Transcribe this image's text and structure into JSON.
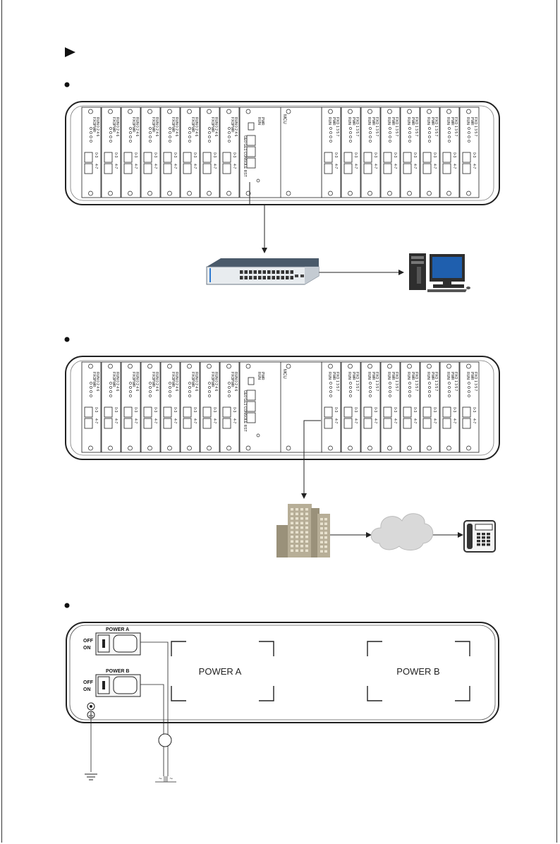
{
  "rack": {
    "fxo_label": "FXO",
    "run_label": "RUN",
    "pwr_label": "PWR",
    "fxs_label": "FXS",
    "led_even": "0 2 4 6",
    "led_odd": "1 3 5 7",
    "port_a": "0-3",
    "port_b": "4-7",
    "mcu_label": "MCU",
    "mcu_pwr": "PWR",
    "mcu_run": "RUN",
    "mcu_ports": "GE0   GE1 CONSOLE   RST"
  },
  "power_panel": {
    "switch_a_label": "POWER A",
    "switch_b_label": "POWER B",
    "off_label": "OFF",
    "on_label": "ON",
    "module_a_label": "POWER A",
    "module_b_label": "POWER B",
    "ac_symbol": "~ ||| ~"
  },
  "colors": {
    "switch_top": "#4a5a6a",
    "switch_face": "#e8ecef",
    "building": "#b7ae97",
    "building_dark": "#9a917a",
    "cloud": "#d9d9d9",
    "monitor": "#1f5fae"
  }
}
